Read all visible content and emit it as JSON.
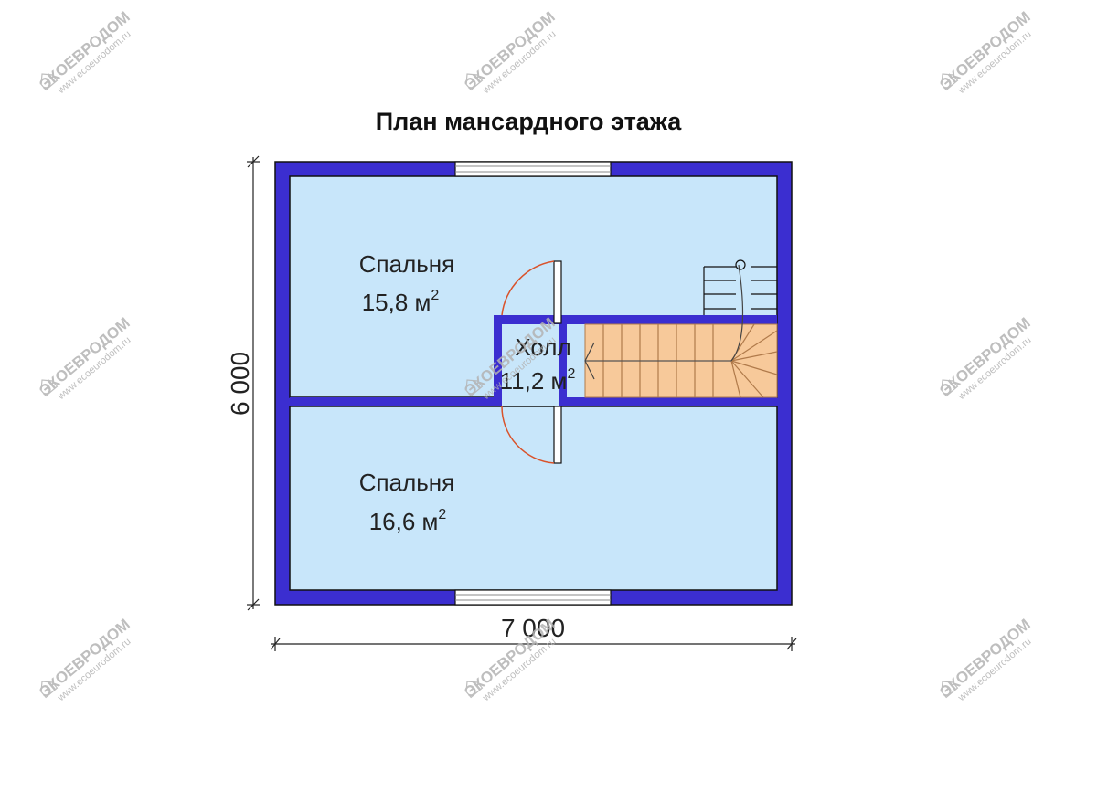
{
  "title": "План мансардного этажа",
  "colors": {
    "wall": "#3b2ed0",
    "room": "#c8e6fa",
    "stairs": "#f7c99a",
    "door_arc": "#d9532b",
    "outline": "#111111",
    "watermark": "#b3b3b3"
  },
  "rooms": [
    {
      "name": "Спальня",
      "area": "15,8 м",
      "area_sup": "2"
    },
    {
      "name": "Холл",
      "area": "11,2 м",
      "area_sup": "2"
    },
    {
      "name": "Спальня",
      "area": "16,6 м",
      "area_sup": "2"
    }
  ],
  "dimensions": {
    "width": "7 000",
    "height": "6 000"
  },
  "watermark": {
    "brand": "ЭКОЕВРОДОМ",
    "url": "www.ecoeurodom.ru",
    "icon": "house-logo-watermark"
  }
}
